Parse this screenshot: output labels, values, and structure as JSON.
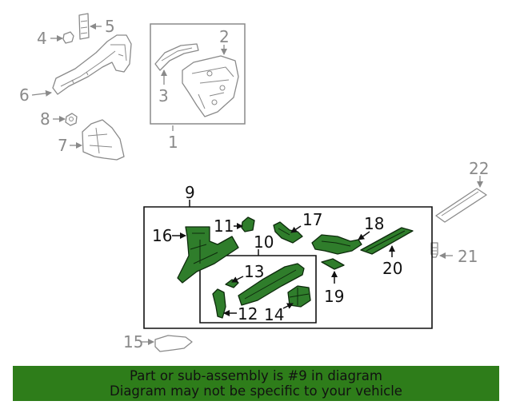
{
  "callouts": {
    "c1": "1",
    "c2": "2",
    "c3": "3",
    "c4": "4",
    "c5": "5",
    "c6": "6",
    "c7": "7",
    "c8": "8",
    "c9": "9",
    "c10": "10",
    "c11": "11",
    "c12": "12",
    "c13": "13",
    "c14": "14",
    "c15": "15",
    "c16": "16",
    "c17": "17",
    "c18": "18",
    "c19": "19",
    "c20": "20",
    "c21": "21",
    "c22": "22"
  },
  "banner": {
    "line1": "Part or sub-assembly is #9 in diagram",
    "line2": "Diagram may not be specific to your vehicle"
  },
  "colors": {
    "highlight_parts": "#2f7d2b",
    "banner_bg": "#2e7d1a",
    "other_parts": "#8a8a8a"
  }
}
